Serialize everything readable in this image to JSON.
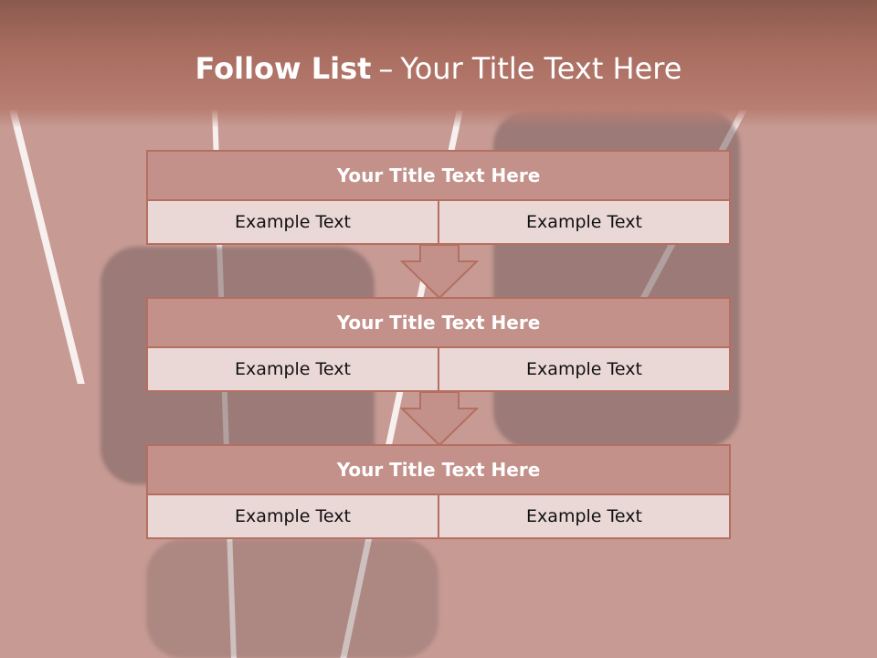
{
  "slide": {
    "title_bold": "Follow List",
    "title_sep": "–",
    "title_rest": "Your Title Text Here"
  },
  "blocks": [
    {
      "title": "Your Title Text Here",
      "left": "Example Text",
      "right": "Example Text"
    },
    {
      "title": "Your Title Text Here",
      "left": "Example Text",
      "right": "Example Text"
    },
    {
      "title": "Your Title Text Here",
      "left": "Example Text",
      "right": "Example Text"
    }
  ],
  "colors": {
    "header": "#a96d60",
    "block_head": "#c3918a",
    "block_border": "#b56e60",
    "cell_bg": "#ead8d6"
  }
}
